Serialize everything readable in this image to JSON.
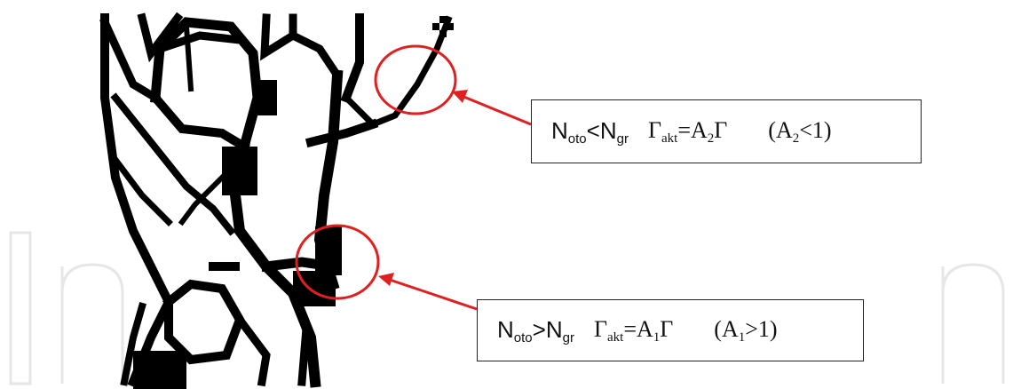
{
  "colors": {
    "annotation": "#e02020",
    "pixel": "#000000",
    "watermark": "#e4e4e4"
  },
  "watermark_text": "IntechOpen",
  "figure": {
    "description_icon": "pixelated-skeleton-structure"
  },
  "callout_top": {
    "n_oto": "N",
    "n_oto_sub": "oto",
    "relation": "<",
    "n_gr": "N",
    "n_gr_sub": "gr",
    "gamma": "Γ",
    "gamma_sub": "akt",
    "equals": "=",
    "coef": "A",
    "coef_sub": "2",
    "gamma2": "Γ",
    "cond_open": "(A",
    "cond_sub": "2",
    "cond_rest": "<1)"
  },
  "callout_bottom": {
    "n_oto": "N",
    "n_oto_sub": "oto",
    "relation": ">",
    "n_gr": "N",
    "n_gr_sub": "gr",
    "gamma": "Γ",
    "gamma_sub": "akt",
    "equals": "=",
    "coef": "A",
    "coef_sub": "1",
    "gamma2": "Γ",
    "cond_open": "(A",
    "cond_sub": "1",
    "cond_rest": ">1)"
  }
}
